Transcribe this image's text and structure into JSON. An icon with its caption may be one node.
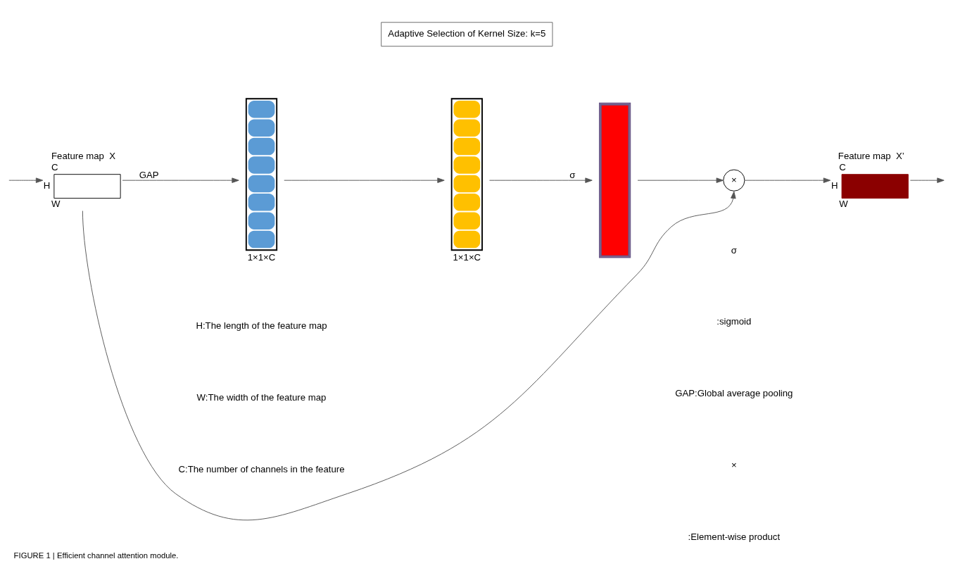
{
  "diagram": {
    "caption": "FIGURE 1 | Efficient channel attention module.",
    "nodes": [
      {
        "text": [
          "Adaptive Selection of Kernel Size: k=5"
        ]
      },
      {
        "text": [
          "Feature map  X"
        ],
        "beside": [
          "C",
          "H",
          "W"
        ]
      },
      {
        "text": [],
        "shape": "bar",
        "beside": [
          "1×1×C"
        ]
      },
      {
        "text": [],
        "shape": "bar",
        "beside": [
          "1×1×C"
        ]
      },
      {
        "text": [],
        "shape": "bar"
      },
      {
        "text": [
          "×"
        ]
      },
      {
        "text": [
          "Feature map  X’"
        ],
        "beside": [
          "C",
          "H",
          "W"
        ]
      }
    ],
    "edges": [
      {
        "from": null,
        "to": 1,
        "arrow": "to"
      },
      {
        "from": 1,
        "to": 2,
        "arrow": "to",
        "label": "GAP"
      },
      {
        "from": 2,
        "to": 3,
        "arrow": "to"
      },
      {
        "from": 3,
        "to": 4,
        "arrow": "to",
        "label": "σ"
      },
      {
        "from": 4,
        "to": 5,
        "arrow": "to"
      },
      {
        "from": 5,
        "to": 6,
        "arrow": "to"
      },
      {
        "from": 6,
        "to": null,
        "arrow": "to"
      },
      {
        "from": 1,
        "to": 5,
        "arrow": "to"
      }
    ],
    "labels": [
      "H:The length of the feature map",
      "W:The width of the feature map",
      "C:The number of channels in the feature",
      "σ",
      ":sigmoid",
      "GAP:Global average pooling",
      "×",
      ":Element-wise product"
    ]
  }
}
